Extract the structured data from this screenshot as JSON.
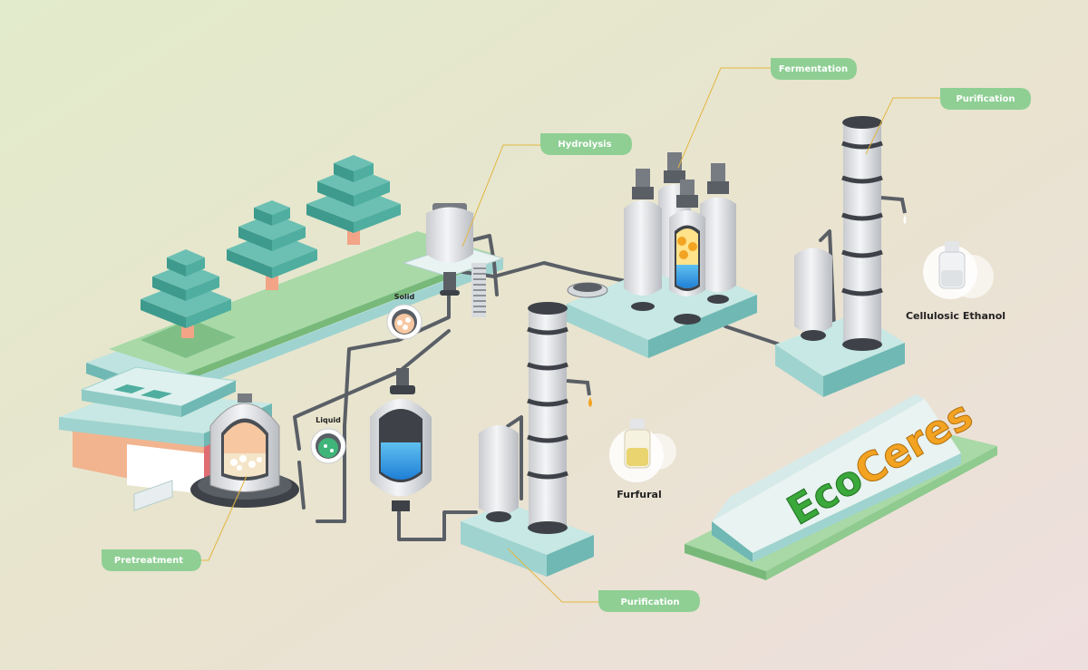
{
  "labels": {
    "fermentation": "Fermentation",
    "purification_top": "Purification",
    "hydrolysis": "Hydrolysis",
    "pretreatment": "Pretreatment",
    "purification_bottom": "Purification",
    "solid": "Solid",
    "liquid": "Liquid",
    "cellulosic_ethanol": "Cellulosic Ethanol",
    "furfural": "Furfural"
  },
  "brand": {
    "part1": "Eco",
    "part2": "Ceres"
  },
  "colors": {
    "label_bg": "#8fcf94",
    "platform_top": "#bfe3e0",
    "platform_side": "#6fb8b4",
    "tree_dark": "#3d9a8c",
    "tree_light": "#6cc0b3",
    "brand_green": "#3aa83a",
    "brand_orange": "#f3a322",
    "callout_line": "#e3b640"
  }
}
